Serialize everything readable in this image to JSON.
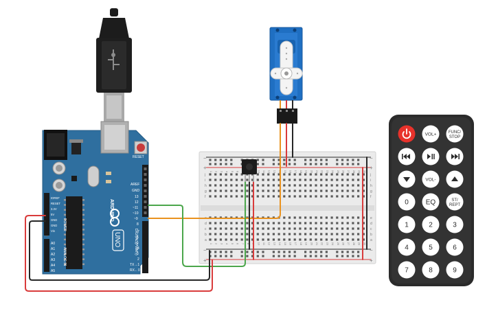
{
  "arduino": {
    "brand": "ARDUINO",
    "model": "UNO",
    "reset_label": "RESET",
    "power_header_label": "POWER",
    "analog_header_label": "ANALOG IN",
    "digital_header_label": "DIGITAL (PWM~)",
    "power_pins": [
      "IOREF",
      "RESET",
      "3.3V",
      "5V",
      "GND",
      "GND",
      "Vin"
    ],
    "analog_pins": [
      "A0",
      "A1",
      "A2",
      "A3",
      "A4",
      "A5"
    ],
    "top_pins": [
      "AREF",
      "GND",
      "13",
      "12",
      "~11",
      "~10",
      "~9",
      "8"
    ],
    "bottom_pins": [
      "7",
      "~6",
      "~5",
      "4",
      "~3",
      "2",
      "TX→1",
      "RX←0"
    ]
  },
  "breadboard": {
    "row_letters_top": [
      "j",
      "i",
      "h",
      "g",
      "f"
    ],
    "row_letters_bottom": [
      "e",
      "d",
      "c",
      "b",
      "a"
    ],
    "rail_plus": "+",
    "rail_minus": "−",
    "column_numbers": [
      "1",
      "2",
      "3",
      "4",
      "5",
      "6",
      "7",
      "8",
      "9",
      "10",
      "11",
      "12",
      "13",
      "14",
      "15",
      "16",
      "17",
      "18",
      "19",
      "20",
      "21",
      "22",
      "23",
      "24",
      "25",
      "26",
      "27",
      "28",
      "29",
      "30"
    ]
  },
  "remote": {
    "buttons": [
      {
        "id": "power",
        "label": "",
        "color": "#e8322b"
      },
      {
        "id": "vol-plus",
        "label": "VOL+",
        "color": "#ffffff"
      },
      {
        "id": "func-stop",
        "label": "FUNC/ STOP",
        "color": "#ffffff"
      },
      {
        "id": "prev",
        "label": "",
        "color": "#ffffff"
      },
      {
        "id": "play-pause",
        "label": "",
        "color": "#ffffff"
      },
      {
        "id": "next",
        "label": "",
        "color": "#ffffff"
      },
      {
        "id": "down",
        "label": "",
        "color": "#ffffff"
      },
      {
        "id": "vol-minus",
        "label": "VOL-",
        "color": "#ffffff"
      },
      {
        "id": "up",
        "label": "",
        "color": "#ffffff"
      },
      {
        "id": "zero",
        "label": "0",
        "color": "#ffffff"
      },
      {
        "id": "eq",
        "label": "EQ",
        "color": "#ffffff"
      },
      {
        "id": "st-rept",
        "label": "ST/ REPT",
        "color": "#ffffff"
      },
      {
        "id": "one",
        "label": "1",
        "color": "#ffffff"
      },
      {
        "id": "two",
        "label": "2",
        "color": "#ffffff"
      },
      {
        "id": "three",
        "label": "3",
        "color": "#ffffff"
      },
      {
        "id": "four",
        "label": "4",
        "color": "#ffffff"
      },
      {
        "id": "five",
        "label": "5",
        "color": "#ffffff"
      },
      {
        "id": "six",
        "label": "6",
        "color": "#ffffff"
      },
      {
        "id": "seven",
        "label": "7",
        "color": "#ffffff"
      },
      {
        "id": "eight",
        "label": "8",
        "color": "#ffffff"
      },
      {
        "id": "nine",
        "label": "9",
        "color": "#ffffff"
      }
    ]
  },
  "colors": {
    "arduino_board": "#2f6f9f",
    "servo_body": "#1f6fc2",
    "wire_red": "#d93b3b",
    "wire_black": "#262626",
    "wire_green": "#4ba64b",
    "wire_orange": "#e9921e",
    "remote_body": "#2b2b2b"
  },
  "icons": [
    "usb-cable-icon",
    "power-icon",
    "prev-track-icon",
    "play-pause-icon",
    "next-track-icon",
    "down-arrow-icon",
    "up-arrow-icon",
    "arduino-logo-icon"
  ]
}
